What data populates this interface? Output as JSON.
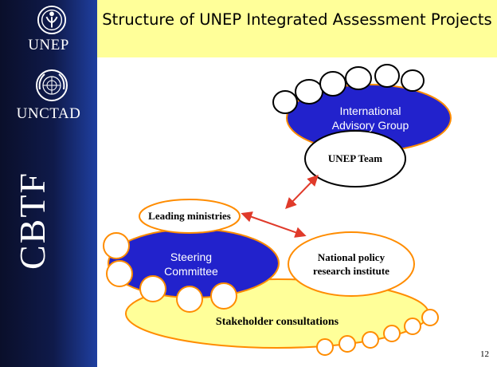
{
  "title": "Structure of UNEP Integrated Assessment Projects",
  "sidebar": {
    "org1": "UNEP",
    "org2": "UNCTAD",
    "vertical_text": "CBTF"
  },
  "diagram": {
    "international_advisory_group": "International Advisory Group",
    "unep_team": "UNEP Team",
    "leading_ministries": "Leading ministries",
    "steering_committee": "Steering Committee",
    "national_policy_research_institute": "National policy research institute",
    "stakeholder_consultations": "Stakeholder consultations"
  },
  "colors": {
    "sidebar": "#0f1a4a",
    "title_band": "#ffff99",
    "blue_ellipse": "#2222cc",
    "yellow_ellipse": "#ffff99",
    "orange_outline": "#ff8c00",
    "arrow": "#e03a2a"
  },
  "page_number": "12"
}
